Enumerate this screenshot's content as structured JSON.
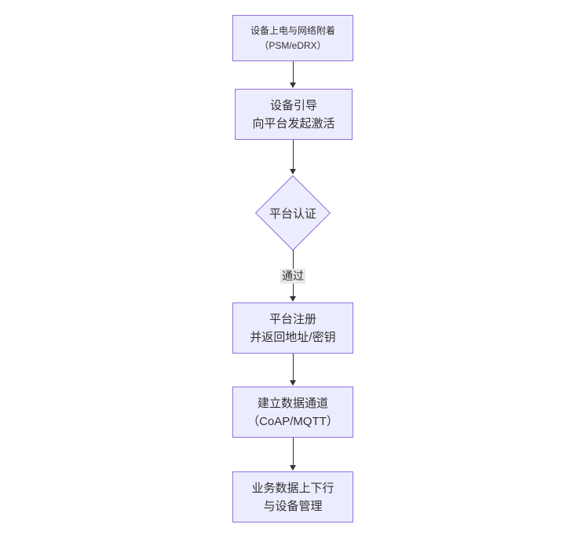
{
  "flow": {
    "title_hint": "NB-IoT device to platform connection flow",
    "colors": {
      "background": "#ffffff",
      "node_fill": "#ECECFF",
      "node_border": "#9370DB",
      "text": "#333333",
      "arrow": "#333333",
      "edge_label_bg": "#e8e8e8"
    },
    "nodes": [
      {
        "id": "power-network-attach",
        "shape": "rect",
        "line1": "设备上电与网络附着",
        "line2": "（PSM/eDRX）"
      },
      {
        "id": "device-bootstrap",
        "shape": "rect",
        "line1": "设备引导",
        "line2": "向平台发起激活"
      },
      {
        "id": "platform-auth",
        "shape": "diamond",
        "line1": "平台认证"
      },
      {
        "id": "platform-register",
        "shape": "rect",
        "line1": "平台注册",
        "line2": "并返回地址/密钥"
      },
      {
        "id": "data-channel",
        "shape": "rect",
        "line1": "建立数据通道",
        "line2": "（CoAP/MQTT）"
      },
      {
        "id": "business-data",
        "shape": "rect",
        "line1": "业务数据上下行",
        "line2": "与设备管理"
      }
    ],
    "edges": [
      {
        "from": "power-network-attach",
        "to": "device-bootstrap",
        "label": ""
      },
      {
        "from": "device-bootstrap",
        "to": "platform-auth",
        "label": ""
      },
      {
        "from": "platform-auth",
        "to": "platform-register",
        "label": "通过"
      },
      {
        "from": "platform-register",
        "to": "data-channel",
        "label": ""
      },
      {
        "from": "data-channel",
        "to": "business-data",
        "label": ""
      }
    ]
  }
}
